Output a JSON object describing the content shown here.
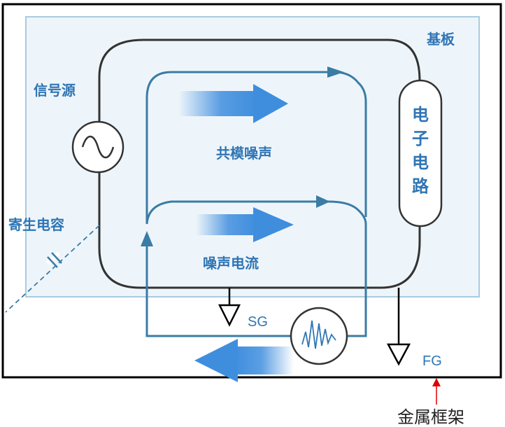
{
  "labels": {
    "substrate": "基板",
    "signal_source": "信号源",
    "parasitic_capacitance": "寄生电容",
    "common_mode_noise": "共模噪声",
    "noise_current": "噪声电流",
    "electronic_circuit": [
      "电",
      "子",
      "电",
      "路"
    ],
    "sg": "SG",
    "fg": "FG",
    "metal_frame": "金属框架"
  },
  "colors": {
    "frame": "#000000",
    "substrate_fill": "#eef5fa",
    "substrate_border": "#a9cbe0",
    "circuit_line": "#333333",
    "noise_path": "#3a7ca5",
    "flow_arrow": "#3f8ede",
    "label_blue": "#2f75b5",
    "pointer_red": "#e00000"
  },
  "icons": {
    "signal_source": "ac-source-icon",
    "noise_source": "noise-source-icon",
    "ground": "ground-icon",
    "capacitor": "capacitor-icon"
  }
}
